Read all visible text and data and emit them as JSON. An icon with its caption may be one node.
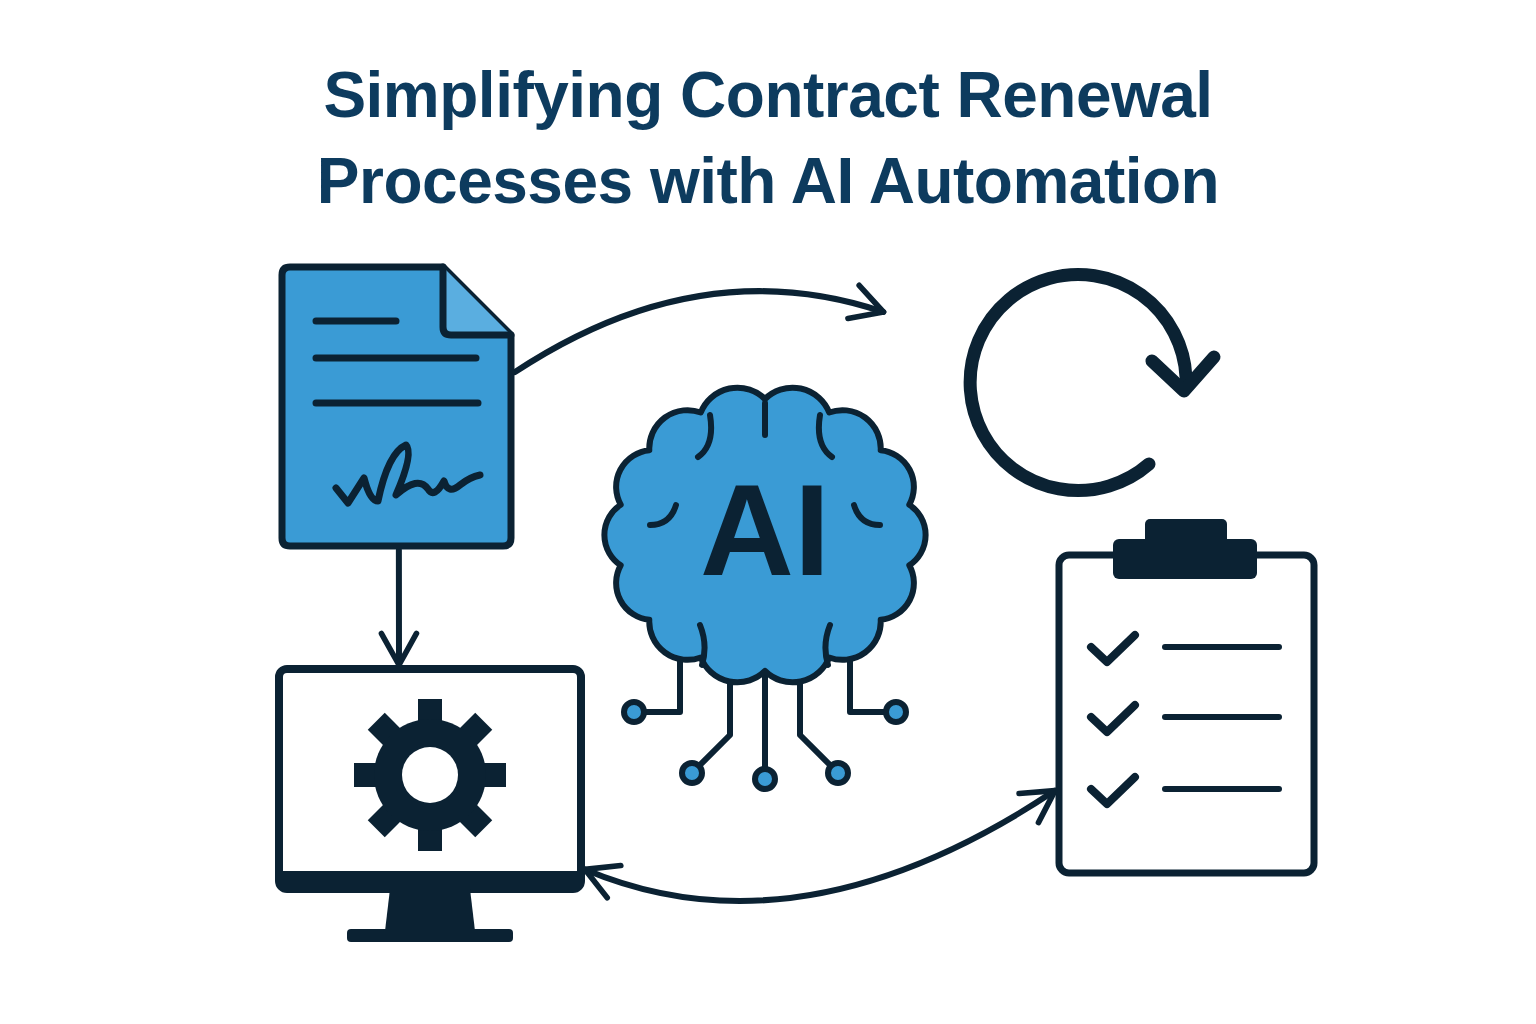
{
  "diagram": {
    "title": "Simplifying Contract Renewal Processes with AI Automation",
    "nodes": [
      {
        "text": [],
        "shape": "picture"
      },
      {
        "text": [],
        "shape": "picture"
      },
      {
        "text": [
          "AI"
        ]
      },
      {
        "text": [],
        "shape": "picture"
      },
      {
        "text": [],
        "shape": "picture"
      }
    ],
    "edges": [
      {
        "from": 0,
        "to": 1,
        "arrow": "to"
      },
      {
        "from": 0,
        "to": 3,
        "arrow": "to"
      },
      {
        "from": 3,
        "to": 4,
        "arrow": "both"
      }
    ]
  }
}
